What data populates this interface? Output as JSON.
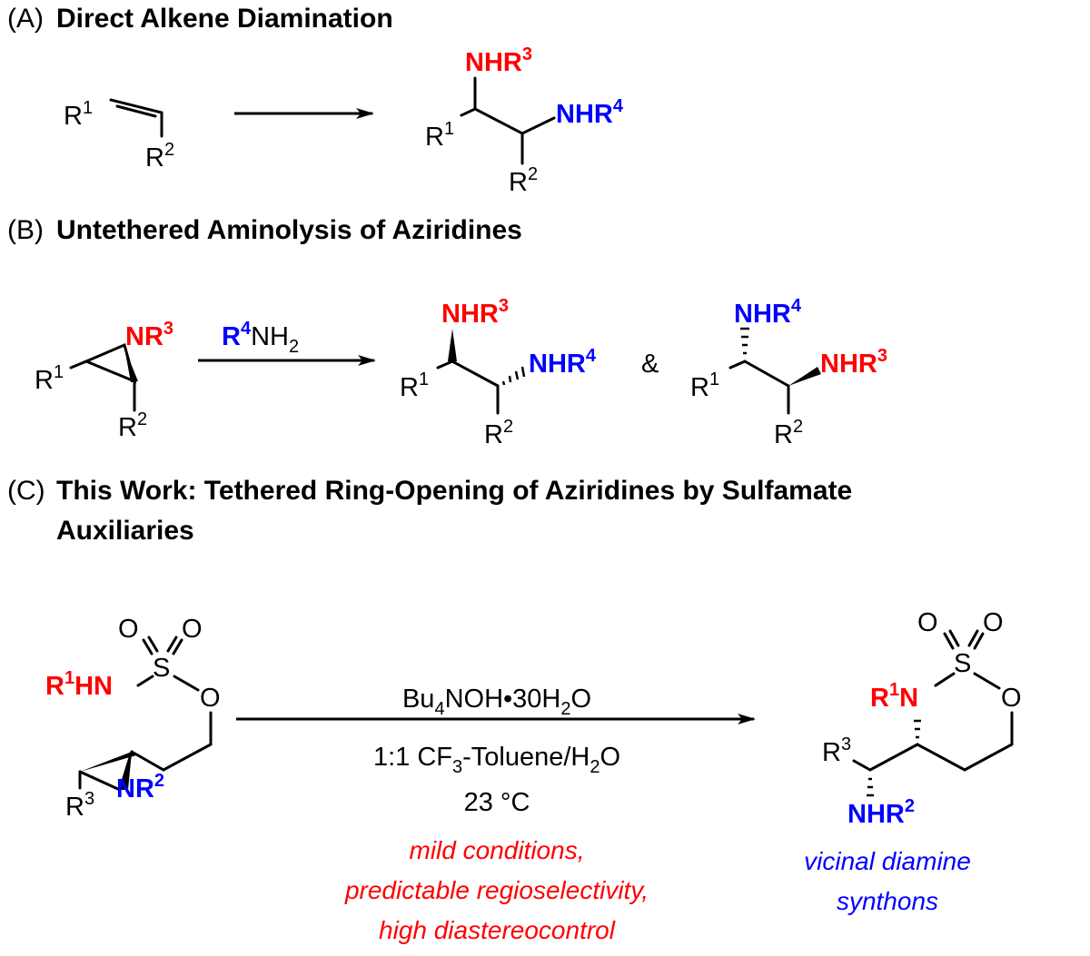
{
  "sections": {
    "a": {
      "label": "(A)",
      "title": "Direct Alkene Diamination"
    },
    "b": {
      "label": "(B)",
      "title": "Untethered Aminolysis of Aziridines"
    },
    "c": {
      "label": "(C)",
      "title_line1": "This Work: Tethered Ring-Opening of Aziridines by Sulfamate",
      "title_line2": "Auxiliaries"
    }
  },
  "atoms": {
    "r": "R",
    "n": "N",
    "o": "O",
    "s": "S",
    "nhr": "NHR",
    "nr": "NR",
    "hn": "HN",
    "nh": "NH",
    "sup1": "1",
    "sup2": "2",
    "sup3": "3",
    "sup4": "4",
    "sub2": "2",
    "amp": "&"
  },
  "conditions": {
    "reagent_pre": "Bu",
    "reagent_sub": "4",
    "reagent_post": "NOH•30H",
    "reagent_sub2": "2",
    "reagent_end": "O",
    "solvent_pre": "1:1 CF",
    "solvent_sub": "3",
    "solvent_mid": "-Toluene/H",
    "solvent_sub2": "2",
    "solvent_end": "O",
    "temperature": "23 °C"
  },
  "notes": {
    "benefits": [
      "mild conditions,",
      "predictable regioselectivity,",
      "high diastereocontrol"
    ],
    "product": [
      "vicinal diamine",
      "synthons"
    ]
  },
  "colors": {
    "red": "#ff0000",
    "blue": "#0000ff",
    "black": "#000000"
  }
}
